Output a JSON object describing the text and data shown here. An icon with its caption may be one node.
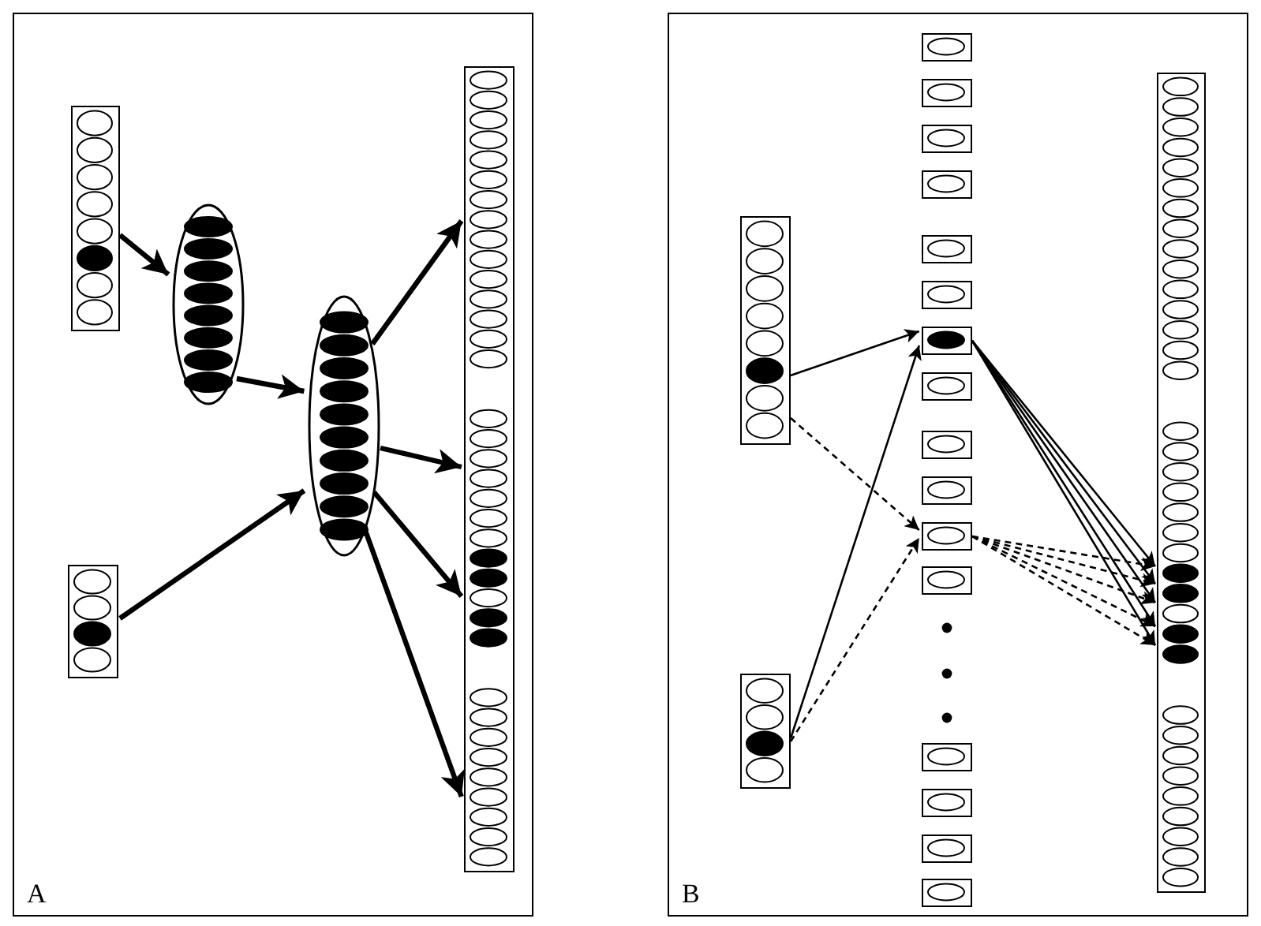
{
  "diagram": {
    "nodes": [
      {
        "text": [
          "A"
        ]
      },
      {
        "text": [],
        "shape": "box",
        "in": 0
      },
      {
        "text": [],
        "shape": "ellipse",
        "in": 0
      },
      {
        "text": [],
        "shape": "box",
        "in": 0
      },
      {
        "text": [],
        "shape": "ellipse",
        "in": 0
      },
      {
        "text": [],
        "shape": "box",
        "in": 0
      },
      {
        "text": [
          "B"
        ]
      },
      {
        "text": [],
        "shape": "box",
        "in": 6
      },
      {
        "text": [],
        "shape": "box",
        "in": 6
      },
      {
        "text": [],
        "shape": "box",
        "in": 6
      },
      {
        "text": [],
        "shape": "box",
        "in": 6
      },
      {
        "text": [],
        "shape": "box",
        "in": 6
      },
      {
        "text": [],
        "shape": "box",
        "in": 6
      },
      {
        "text": [],
        "shape": "box",
        "in": 6
      },
      {
        "text": [],
        "shape": "box",
        "in": 6
      },
      {
        "text": [],
        "shape": "box",
        "in": 6
      },
      {
        "text": [],
        "shape": "box",
        "in": 6
      },
      {
        "text": [],
        "shape": "box",
        "in": 6
      },
      {
        "text": [],
        "shape": "box",
        "in": 6
      },
      {
        "text": [],
        "shape": "box",
        "in": 6
      },
      {
        "text": [],
        "shape": "box",
        "in": 6
      },
      {
        "text": [],
        "shape": "box",
        "in": 6
      },
      {
        "text": [],
        "shape": "box",
        "in": 6
      },
      {
        "text": [],
        "shape": "box",
        "in": 6
      },
      {
        "text": [],
        "shape": "box",
        "in": 6
      },
      {
        "text": [],
        "shape": "box",
        "in": 6
      }
    ],
    "edges": [
      {
        "from": 1,
        "to": 2,
        "arrow": "to",
        "style": "thick"
      },
      {
        "from": 2,
        "to": 4,
        "arrow": "to",
        "style": "thick"
      },
      {
        "from": 3,
        "to": 4,
        "arrow": "to",
        "style": "thick"
      },
      {
        "from": 4,
        "to": 5,
        "arrow": "to",
        "style": "thick"
      },
      {
        "from": 4,
        "to": 5,
        "arrow": "to",
        "style": "thick"
      },
      {
        "from": 4,
        "to": 5,
        "arrow": "to",
        "style": "thick"
      },
      {
        "from": 4,
        "to": 5,
        "arrow": "to",
        "style": "thick"
      },
      {
        "from": 7,
        "to": 15,
        "arrow": "to"
      },
      {
        "from": 7,
        "to": 19,
        "arrow": "to",
        "style": "dashed"
      },
      {
        "from": 8,
        "to": 15,
        "arrow": "to"
      },
      {
        "from": 8,
        "to": 19,
        "arrow": "to",
        "style": "dashed"
      },
      {
        "from": 15,
        "to": 25,
        "arrow": "to"
      },
      {
        "from": 15,
        "to": 25,
        "arrow": "to"
      },
      {
        "from": 15,
        "to": 25,
        "arrow": "to"
      },
      {
        "from": 15,
        "to": 25,
        "arrow": "to"
      },
      {
        "from": 15,
        "to": 25,
        "arrow": "to"
      },
      {
        "from": 19,
        "to": 25,
        "arrow": "to",
        "style": "dashed"
      },
      {
        "from": 19,
        "to": 25,
        "arrow": "to",
        "style": "dashed"
      },
      {
        "from": 19,
        "to": 25,
        "arrow": "to",
        "style": "dashed"
      },
      {
        "from": 19,
        "to": 25,
        "arrow": "to",
        "style": "dashed"
      },
      {
        "from": 19,
        "to": 25,
        "arrow": "to",
        "style": "dashed"
      }
    ]
  }
}
